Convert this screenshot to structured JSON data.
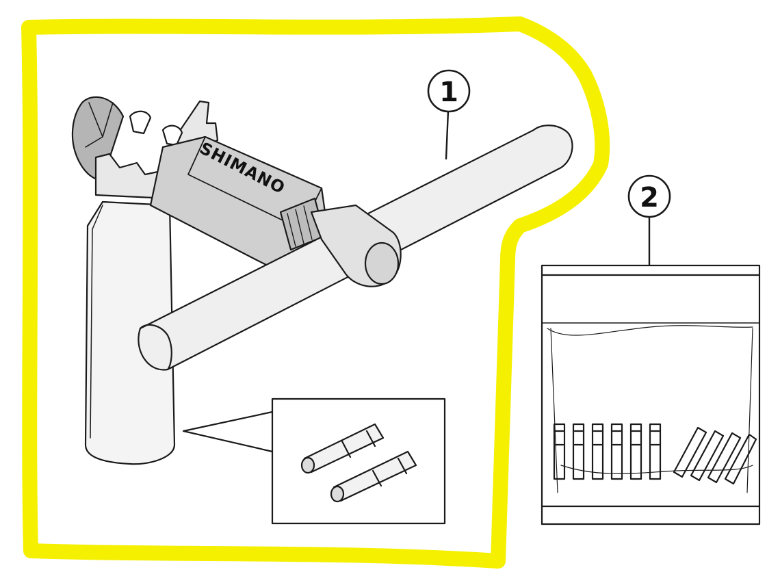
{
  "callouts": {
    "item1": {
      "number": "1"
    },
    "item2": {
      "number": "2"
    }
  },
  "tool": {
    "brand_text": "SHIMANO"
  },
  "colors": {
    "highlight": "#f5f000",
    "line": "#1a1a1a",
    "body_shade": "#cfcfcf",
    "light_shade": "#e6e6e6"
  }
}
